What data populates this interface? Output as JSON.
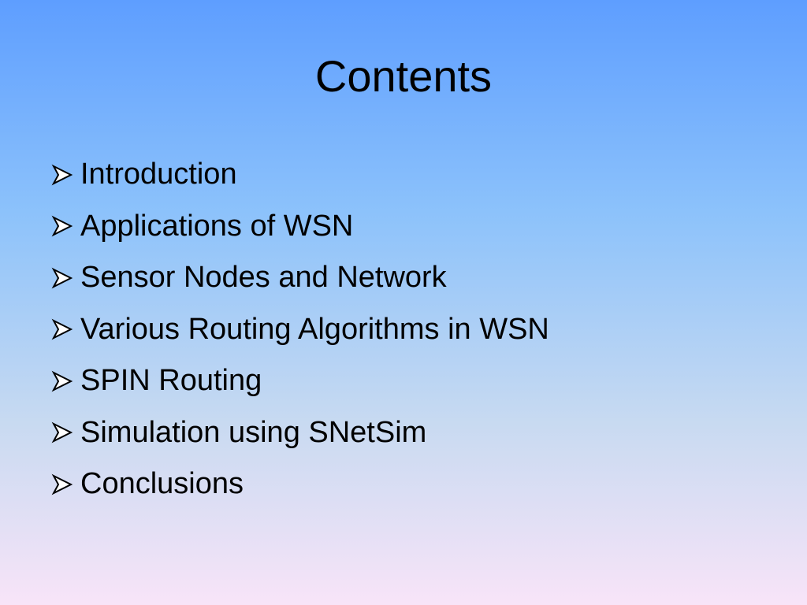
{
  "slide": {
    "title": "Contents",
    "bullet_icon": "arrow-bullet-icon",
    "items": [
      {
        "label": "Introduction"
      },
      {
        "label": "Applications of WSN"
      },
      {
        "label": "Sensor Nodes and Network"
      },
      {
        "label": "Various Routing Algorithms in WSN"
      },
      {
        "label": "SPIN Routing"
      },
      {
        "label": "Simulation using SNetSim"
      },
      {
        "label": "Conclusions"
      }
    ]
  },
  "colors": {
    "background_top": "#5e9eff",
    "background_bottom": "#f8e4f8",
    "text": "#000000"
  }
}
